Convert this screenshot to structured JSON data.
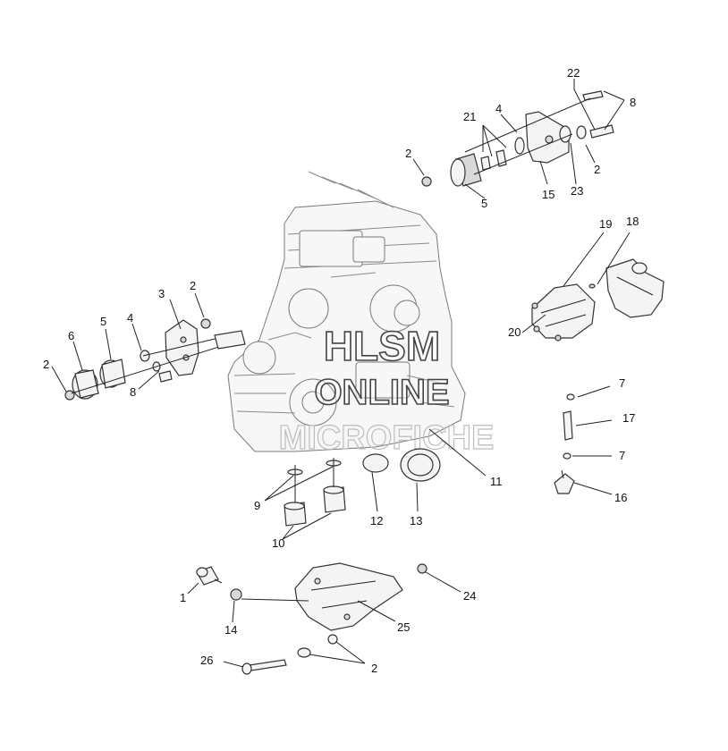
{
  "watermark": {
    "line1": "HLSM",
    "line2": "ONLINE",
    "line3": "MICROFICHE"
  },
  "callouts": {
    "c1": "1",
    "c2a": "2",
    "c2b": "2",
    "c2c": "2",
    "c2d": "2",
    "c2e": "2",
    "c3": "3",
    "c4a": "4",
    "c4b": "4",
    "c5a": "5",
    "c5b": "5",
    "c6": "6",
    "c7a": "7",
    "c7b": "7",
    "c8a": "8",
    "c8b": "8",
    "c9": "9",
    "c10": "10",
    "c11": "11",
    "c12": "12",
    "c13": "13",
    "c14": "14",
    "c15": "15",
    "c16": "16",
    "c17": "17",
    "c18": "18",
    "c19": "19",
    "c20": "20",
    "c21": "21",
    "c22": "22",
    "c23": "23",
    "c24": "24",
    "c25": "25",
    "c26": "26"
  }
}
